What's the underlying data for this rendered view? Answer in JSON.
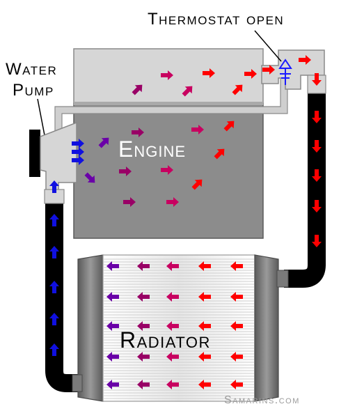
{
  "labels": {
    "thermostat": "Thermostat open",
    "water_pump_line1": "Water",
    "water_pump_line2": "Pump",
    "engine": "Engine",
    "radiator": "Radiator",
    "credit": "Samarins.com"
  },
  "colors": {
    "hot": "#ff0000",
    "warm": "#c80060",
    "mid": "#990066",
    "cool": "#6a00a8",
    "cold": "#1010e0",
    "hose": "#000000",
    "engine_block": "#8c8c8c",
    "cylinder_head": "#d6d6d6",
    "radiator_core": "#f0f0f0",
    "radiator_tank": "#7a7a7a",
    "coolant_pipe": "#cfcfcf"
  },
  "icons": {
    "arrow": "coolant-flow-arrow",
    "thermostat": "thermostat-valve-icon"
  }
}
